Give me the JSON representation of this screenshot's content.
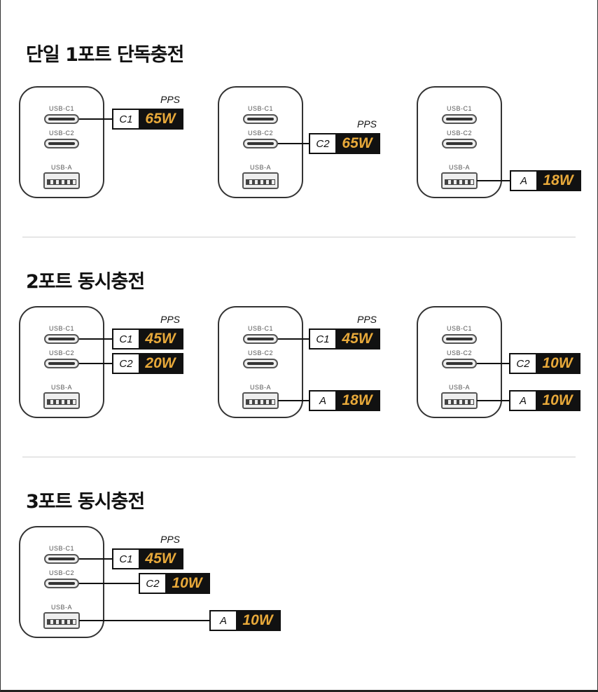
{
  "port_labels": {
    "C1": "USB-C1",
    "C2": "USB-C2",
    "A": "USB-A"
  },
  "pps_label": "PPS",
  "colors": {
    "watt_text": "#e8a93a",
    "badge_dark": "#111111"
  },
  "sections": [
    {
      "title": "단일 1포트 단독충전",
      "chargers": [
        {
          "badges": [
            {
              "port": "C1",
              "label": "C1",
              "watt": "65W",
              "pps": true
            }
          ]
        },
        {
          "badges": [
            {
              "port": "C2",
              "label": "C2",
              "watt": "65W",
              "pps": true
            }
          ]
        },
        {
          "badges": [
            {
              "port": "A",
              "label": "A",
              "watt": "18W",
              "pps": false
            }
          ]
        }
      ]
    },
    {
      "title": "2포트 동시충전",
      "chargers": [
        {
          "badges": [
            {
              "port": "C1",
              "label": "C1",
              "watt": "45W",
              "pps": true
            },
            {
              "port": "C2",
              "label": "C2",
              "watt": "20W",
              "pps": false
            }
          ]
        },
        {
          "badges": [
            {
              "port": "C1",
              "label": "C1",
              "watt": "45W",
              "pps": true
            },
            {
              "port": "A",
              "label": "A",
              "watt": "18W",
              "pps": false
            }
          ]
        },
        {
          "badges": [
            {
              "port": "C2",
              "label": "C2",
              "watt": "10W",
              "pps": false
            },
            {
              "port": "A",
              "label": "A",
              "watt": "10W",
              "pps": false
            }
          ]
        }
      ]
    },
    {
      "title": "3포트 동시충전",
      "chargers": [
        {
          "badges": [
            {
              "port": "C1",
              "label": "C1",
              "watt": "45W",
              "pps": true
            },
            {
              "port": "C2",
              "label": "C2",
              "watt": "10W",
              "pps": false
            },
            {
              "port": "A",
              "label": "A",
              "watt": "10W",
              "pps": false
            }
          ]
        }
      ]
    }
  ]
}
